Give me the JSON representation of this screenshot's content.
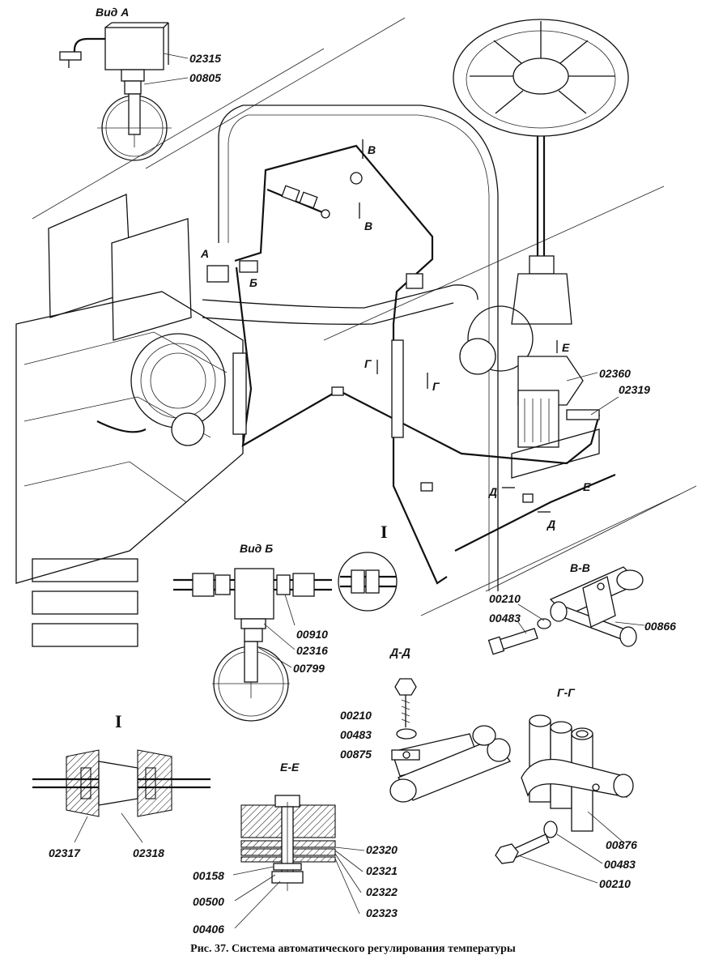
{
  "views": {
    "vid_a": "Вид А",
    "vid_b": "Вид Б",
    "detail_i": "I",
    "section_vv": "В-В",
    "section_dd": "Д-Д",
    "section_gg": "Г-Г",
    "section_ee": "Е-Е"
  },
  "markers": {
    "a": "А",
    "b": "Б",
    "v1": "В",
    "v2": "В",
    "g1": "Г",
    "g2": "Г",
    "d1": "Д",
    "d2": "Д",
    "e1": "Е",
    "e2": "Е"
  },
  "parts": {
    "vid_a": [
      "02315",
      "00805"
    ],
    "main": [
      "02360",
      "02319"
    ],
    "vid_b": [
      "00910",
      "02316",
      "00799"
    ],
    "section_vv": [
      "00210",
      "00483",
      "00866"
    ],
    "section_dd": [
      "00210",
      "00483",
      "00875"
    ],
    "section_gg": [
      "00876",
      "00483",
      "00210"
    ],
    "detail_i": [
      "02317",
      "02318"
    ],
    "section_ee_right": [
      "02320",
      "02321",
      "02322",
      "02323"
    ],
    "section_ee_left": [
      "00158",
      "00500",
      "00406"
    ]
  },
  "caption": "Рис. 37. Система автоматического регулирования температуры"
}
